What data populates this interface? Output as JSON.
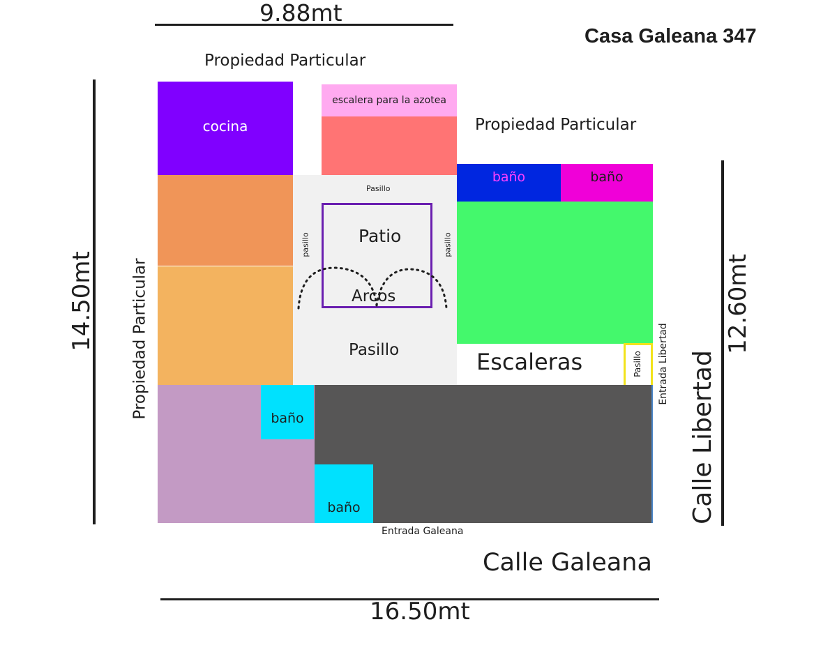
{
  "title": "Casa Galeana 347",
  "dimensions": {
    "top_width": "9.88mt",
    "bottom_width": "16.50mt",
    "left_height": "14.50mt",
    "right_height": "12.60mt"
  },
  "surroundings": {
    "top_left_neighbor": "Propiedad Particular",
    "top_right_neighbor": "Propiedad Particular",
    "left_neighbor": "Propiedad Particular",
    "street_bottom": "Calle Galeana",
    "street_right": "Calle Libertad"
  },
  "entrances": {
    "galeana": "Entrada Galeana",
    "libertad": "Entrada Libertad"
  },
  "rooms": {
    "cocina": "cocina",
    "escalera_azotea": "escalera para la azotea",
    "bano_blue": "baño",
    "bano_magenta": "baño",
    "bano_cyan_left": "baño",
    "bano_cyan_bottom": "baño",
    "patio": "Patio",
    "arcos": "Arcos",
    "pasillo_top": "Pasillo",
    "pasillo_left": "pasillo",
    "pasillo_right": "pasillo",
    "pasillo_main": "Pasillo",
    "escaleras": "Escaleras",
    "pasillo_box": "Pasillo"
  },
  "colors": {
    "cocina": "#8000ff",
    "escalera_azotea": "#ffaaf0",
    "salmon_room": "#ff7474",
    "bano_blue": "#0026e0",
    "bano_magenta": "#f000d8",
    "green_room": "#44f86c",
    "orange_room": "#f09558",
    "light_orange_room": "#f3b35f",
    "mauve_room": "#c39ac4",
    "cyan_bano": "#00e1fe",
    "dark_room": "#575656",
    "patio_area": "#f1f1f1",
    "patio_border": "#6a1fb0",
    "pasillo_box_border": "#f2e31c"
  }
}
